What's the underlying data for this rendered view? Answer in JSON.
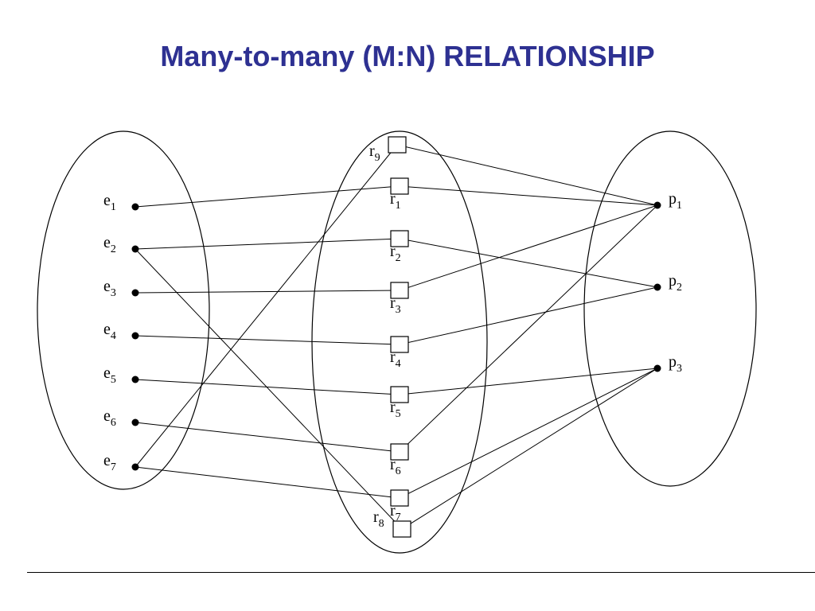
{
  "title": "Many-to-many (M:N) RELATIONSHIP",
  "colors": {
    "title": "#2e3192",
    "ink": "#000000"
  },
  "entities": [
    {
      "id": "e1",
      "base": "e",
      "sub": "1"
    },
    {
      "id": "e2",
      "base": "e",
      "sub": "2"
    },
    {
      "id": "e3",
      "base": "e",
      "sub": "3"
    },
    {
      "id": "e4",
      "base": "e",
      "sub": "4"
    },
    {
      "id": "e5",
      "base": "e",
      "sub": "5"
    },
    {
      "id": "e6",
      "base": "e",
      "sub": "6"
    },
    {
      "id": "e7",
      "base": "e",
      "sub": "7"
    }
  ],
  "relationships": [
    {
      "id": "r9",
      "base": "r",
      "sub": "9"
    },
    {
      "id": "r1",
      "base": "r",
      "sub": "1"
    },
    {
      "id": "r2",
      "base": "r",
      "sub": "2"
    },
    {
      "id": "r3",
      "base": "r",
      "sub": "3"
    },
    {
      "id": "r4",
      "base": "r",
      "sub": "4"
    },
    {
      "id": "r5",
      "base": "r",
      "sub": "5"
    },
    {
      "id": "r6",
      "base": "r",
      "sub": "6"
    },
    {
      "id": "r7",
      "base": "r",
      "sub": "7"
    },
    {
      "id": "r8",
      "base": "r",
      "sub": "8"
    }
  ],
  "projects": [
    {
      "id": "p1",
      "base": "p",
      "sub": "1"
    },
    {
      "id": "p2",
      "base": "p",
      "sub": "2"
    },
    {
      "id": "p3",
      "base": "p",
      "sub": "3"
    }
  ],
  "links": [
    [
      "e1",
      "r1"
    ],
    [
      "e2",
      "r2"
    ],
    [
      "e2",
      "r8"
    ],
    [
      "e3",
      "r3"
    ],
    [
      "e4",
      "r4"
    ],
    [
      "e5",
      "r5"
    ],
    [
      "e6",
      "r6"
    ],
    [
      "e7",
      "r7"
    ],
    [
      "e7",
      "r9"
    ],
    [
      "r1",
      "p1"
    ],
    [
      "r2",
      "p2"
    ],
    [
      "r3",
      "p1"
    ],
    [
      "r4",
      "p2"
    ],
    [
      "r5",
      "p3"
    ],
    [
      "r6",
      "p1"
    ],
    [
      "r7",
      "p3"
    ],
    [
      "r8",
      "p3"
    ],
    [
      "r9",
      "p1"
    ]
  ]
}
